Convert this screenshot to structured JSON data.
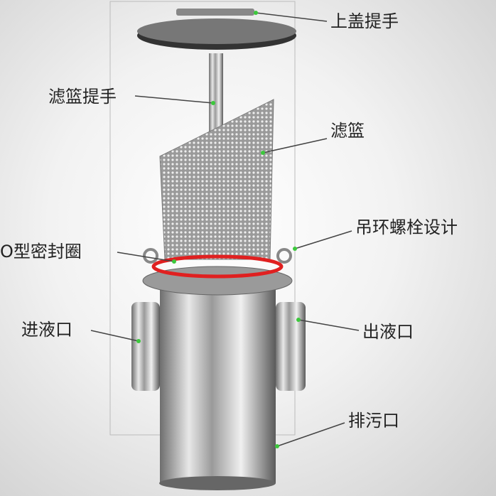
{
  "labels": {
    "lid_handle": "上盖提手",
    "basket_handle": "滤篮提手",
    "basket": "滤篮",
    "eyebolt": "吊环螺栓设计",
    "o_ring": "O型密封圈",
    "inlet": "进液口",
    "outlet": "出液口",
    "drain": "排污口"
  },
  "colors": {
    "ring": "#e02020",
    "dot": "#3cc83c"
  }
}
